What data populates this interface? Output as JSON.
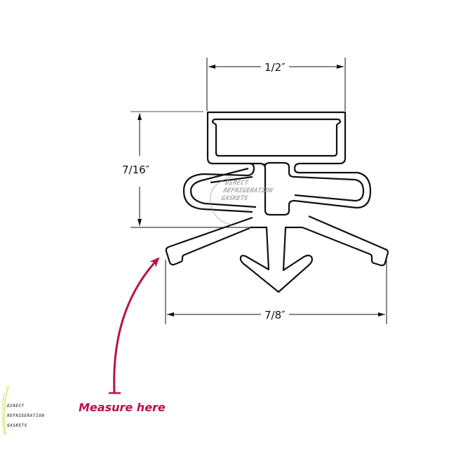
{
  "diagram": {
    "type": "gasket-profile-cross-section",
    "dimensions": {
      "top_width": "1/2″",
      "height": "7/16″",
      "bottom_width": "7/8″"
    },
    "annotation": {
      "label": "Measure here",
      "color": "#b5134b"
    },
    "watermark": {
      "line1": "DIRECT",
      "line2": "REFRIGERATION",
      "line3": "GASKETS"
    },
    "colors": {
      "outline": "#111111",
      "dimension_lines": "#111111",
      "background": "#ffffff"
    }
  }
}
